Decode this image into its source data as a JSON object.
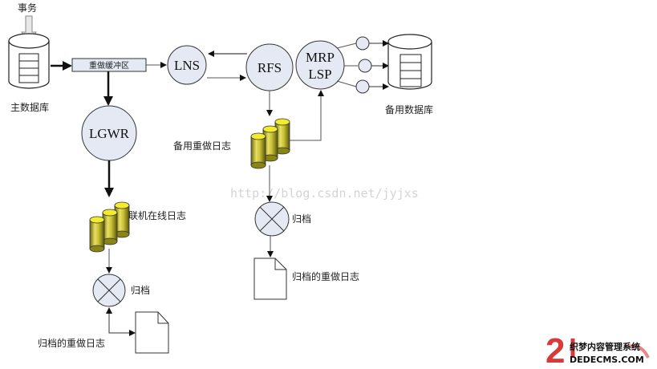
{
  "diagram": {
    "title": "Oracle Data Guard redo transport",
    "labels": {
      "transaction": "事务",
      "primary_db": "主数据库",
      "redo_buffer": "重做缓冲区",
      "standby_db": "备用数据库",
      "standby_redo_log": "备用重做日志",
      "online_log": "联机在线日志",
      "archive_left": "归档",
      "archive_right": "归档",
      "archived_redo_left": "归档的重做日志",
      "archived_redo_right": "归档的重做日志"
    },
    "nodes": {
      "lns": "LNS",
      "rfs": "RFS",
      "mrp_line1": "MRP",
      "mrp_line2": "LSP",
      "lgwr": "LGWR"
    },
    "watermark": "http://blog.csdn.net/jyjxs",
    "logo": {
      "big": "2",
      "cn": "织梦内容管理系统",
      "en": "DEDECMS.COM"
    },
    "colors": {
      "node_fill": "#e4e9f4",
      "buffer_fill": "#e4e9f4",
      "cylinder_yellow": "#e8e21a",
      "logo_red": "#d83a3a"
    }
  }
}
